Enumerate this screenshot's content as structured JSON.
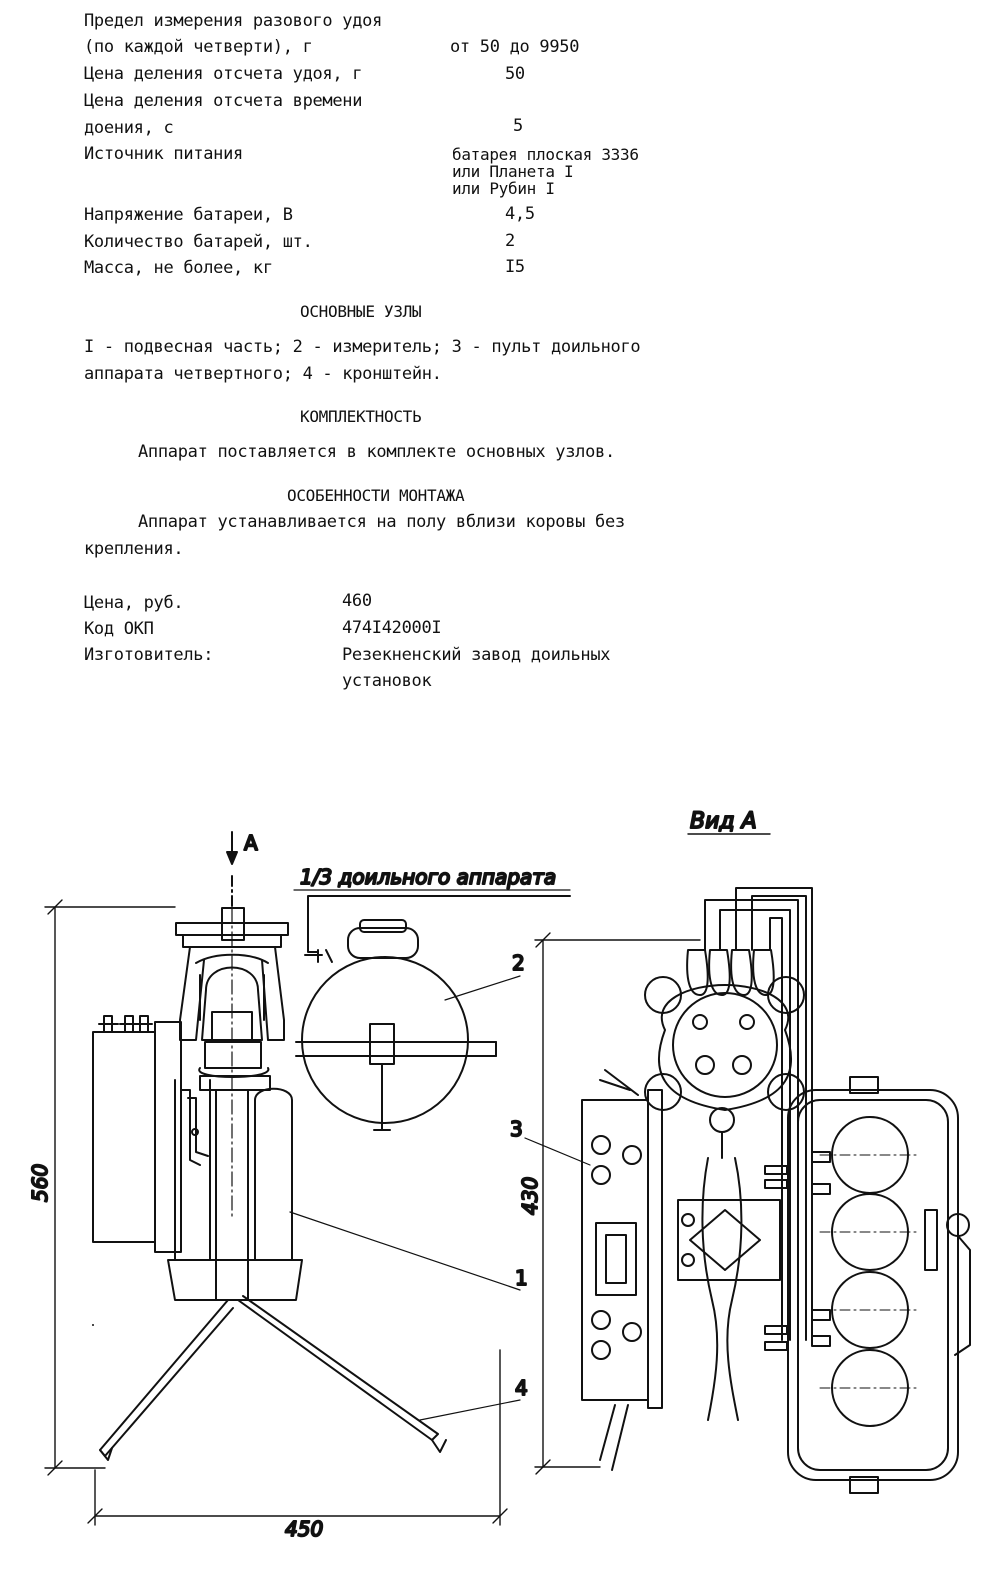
{
  "specs": {
    "range_label_1": "Предел измерения разового удоя",
    "range_label_2": "(по каждой четверти), г",
    "range_value": "от 50 до 9950",
    "div_yield_label": "Цена деления отсчета удоя, г",
    "div_yield_value": "50",
    "div_time_label_1": "Цена деления отсчета времени",
    "div_time_label_2": "доения, с",
    "div_time_value": "5",
    "power_label": "Источник питания",
    "power_value_1": "батарея плоская 3336",
    "power_value_2": "или Планета I",
    "power_value_3": "или Рубин I",
    "voltage_label": "Напряжение батареи, В",
    "voltage_value": "4,5",
    "battery_count_label": "Количество батарей, шт.",
    "battery_count_value": "2",
    "mass_label": "Масса, не более, кг",
    "mass_value": "I5"
  },
  "units_section": {
    "heading": "ОСНОВНЫЕ УЗЛЫ",
    "line_1": "I - подвесная часть; 2 - измеритель; 3 - пульт доильного",
    "line_2": "аппарата четвертного; 4 - кронштейн."
  },
  "completeness_section": {
    "heading": "КОМПЛЕКТНОСТЬ",
    "text": "Аппарат поставляется в комплекте основных узлов."
  },
  "mounting_section": {
    "heading": "ОСОБЕННОСТИ МОНТАЖА",
    "line_1": "Аппарат устанавливается на полу вблизи коровы без",
    "line_2": "крепления."
  },
  "commercial": {
    "price_label": "Цена, руб.",
    "price_value": "460",
    "okp_label": "Код ОКП",
    "okp_value": "474I42000I",
    "maker_label": "Изготовитель:",
    "maker_value_1": "Резекненский завод доильных",
    "maker_value_2": "установок"
  },
  "drawing": {
    "arrow_label": "A",
    "view_label": "Вид А",
    "hose_label": "1/3 доильного аппарата",
    "dim_height": "560",
    "dim_width": "450",
    "dim_view_height": "430",
    "callout_1": "1",
    "callout_2": "2",
    "callout_3": "3",
    "callout_4": "4"
  }
}
